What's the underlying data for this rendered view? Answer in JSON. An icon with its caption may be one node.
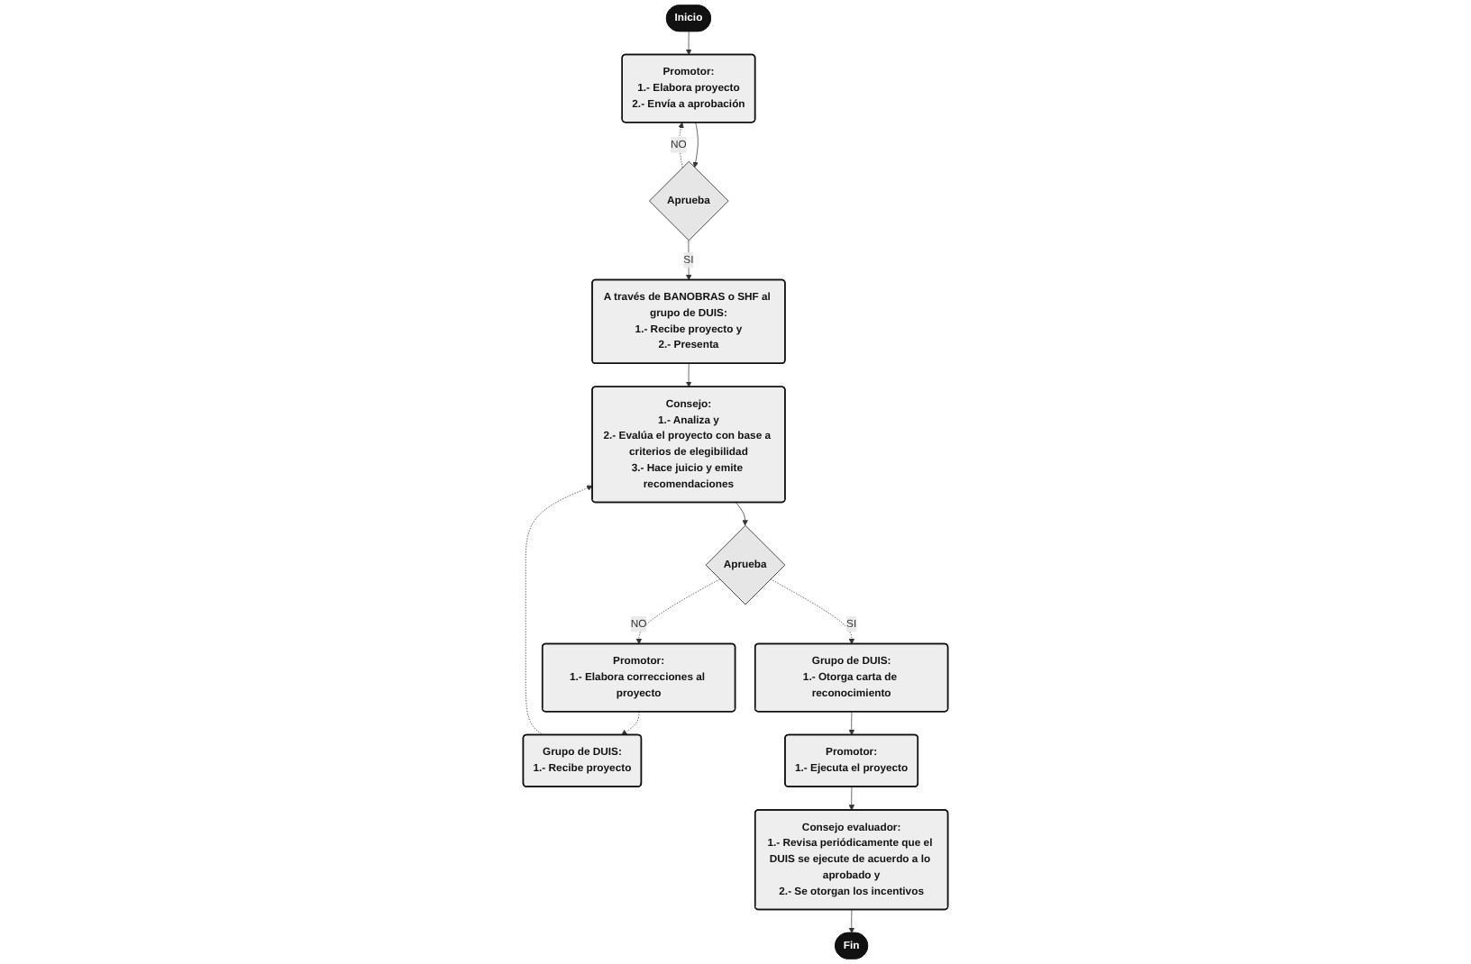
{
  "diagram": {
    "nodes": [
      {
        "text": [
          "Inicio"
        ]
      },
      {
        "text": [
          "Promotor:",
          "1.- Elabora proyecto",
          "2.- Envía a aprobación"
        ]
      },
      {
        "text": [
          "Aprueba"
        ]
      },
      {
        "text": [
          "A través de BANOBRAS o SHF al grupo de DUIS:",
          "1.- Recibe proyecto y",
          "2.- Presenta"
        ]
      },
      {
        "text": [
          "Grupo de DUIS:",
          "1.- Recibe proyecto"
        ]
      },
      {
        "text": [
          "Consejo:",
          "1.- Analiza y",
          "2.- Evalúa el proyecto con base a criterios de elegibilidad",
          "3.- Hace juicio y emite recomendaciones"
        ]
      },
      {
        "text": [
          "Aprueba"
        ]
      },
      {
        "text": [
          "Promotor:",
          "1.- Elabora correcciones al proyecto"
        ]
      },
      {
        "text": [
          "Grupo de DUIS:",
          "1.- Otorga carta de reconocimiento"
        ]
      },
      {
        "text": [
          "Promotor:",
          "1.- Ejecuta el proyecto"
        ]
      },
      {
        "text": [
          "Consejo evaluador:",
          "1.- Revisa periódicamente que el DUIS se ejecute de acuerdo a lo aprobado y",
          "2.- Se otorgan los incentivos"
        ]
      },
      {
        "text": [
          "Fin"
        ]
      }
    ],
    "edges": [
      {
        "from": 0,
        "to": 1,
        "arrow": "to"
      },
      {
        "from": 1,
        "to": 2,
        "arrow": "to"
      },
      {
        "from": 2,
        "to": 1,
        "arrow": "to",
        "label": "NO",
        "style": "dashed"
      },
      {
        "from": 2,
        "to": 3,
        "arrow": "to",
        "label": "SI"
      },
      {
        "from": 3,
        "to": 5,
        "arrow": "to"
      },
      {
        "from": 4,
        "to": 5,
        "arrow": "to",
        "style": "dashed"
      },
      {
        "from": 5,
        "to": 6,
        "arrow": "to"
      },
      {
        "from": 6,
        "to": 7,
        "arrow": "to",
        "label": "NO",
        "style": "dashed"
      },
      {
        "from": 7,
        "to": 4,
        "arrow": "to",
        "style": "dashed"
      },
      {
        "from": 6,
        "to": 8,
        "arrow": "to",
        "label": "SI",
        "style": "dashed"
      },
      {
        "from": 8,
        "to": 9,
        "arrow": "to"
      },
      {
        "from": 9,
        "to": 10,
        "arrow": "to"
      },
      {
        "from": 10,
        "to": 11,
        "arrow": "to"
      }
    ]
  }
}
